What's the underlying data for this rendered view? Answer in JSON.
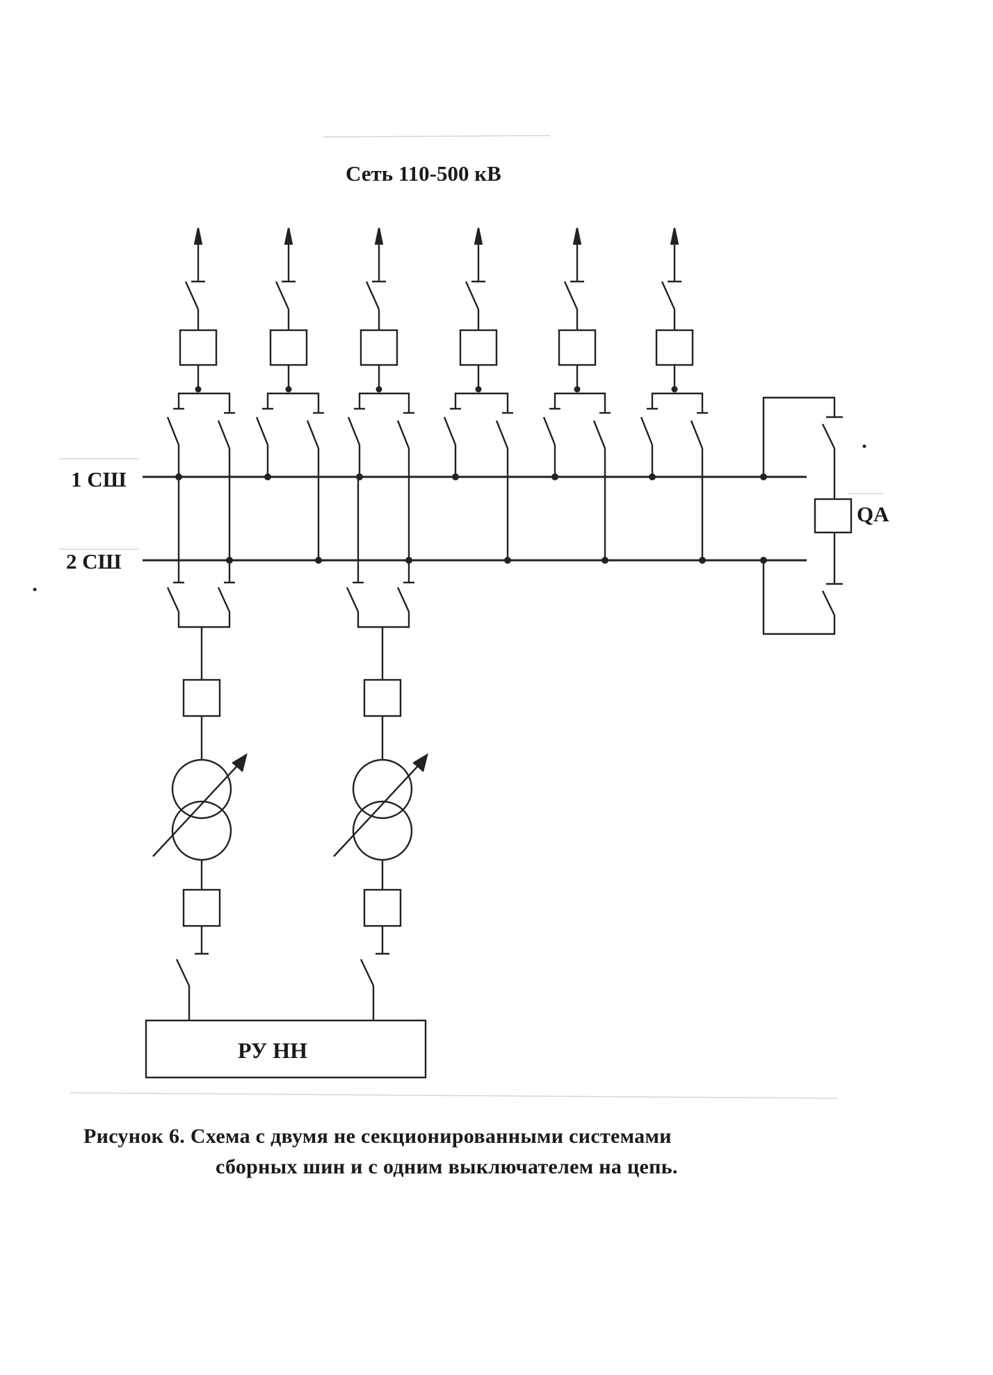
{
  "diagram": {
    "network_label": "Сеть 110-500 кВ",
    "bus1_label": "1 СШ",
    "bus2_label": "2 СШ",
    "coupler_label": "QA",
    "lv_switchgear_label": "РУ  НН"
  },
  "caption": {
    "line1": "Рисунок 6. Схема с двумя не секционированными системами",
    "line2": "сборных шин и с одним выключателем на цепь."
  }
}
